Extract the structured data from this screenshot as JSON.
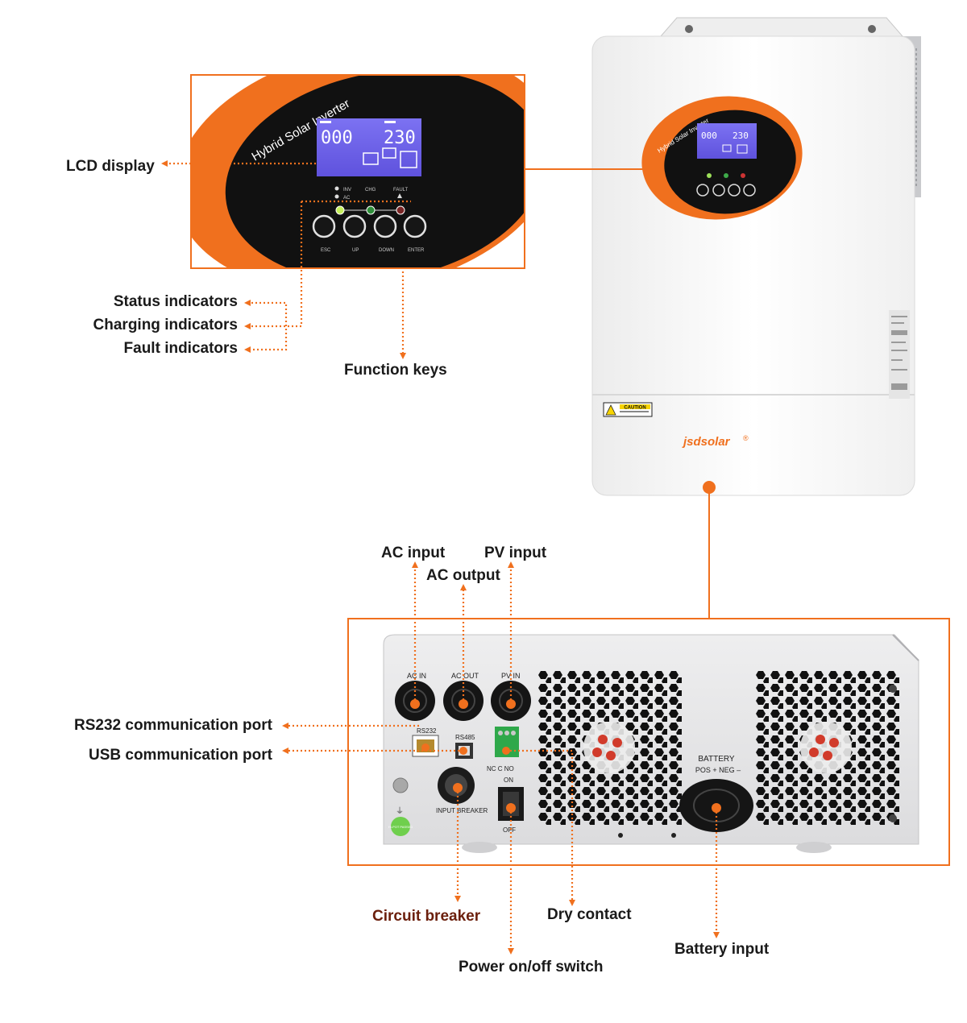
{
  "colors": {
    "accent": "#f0701e",
    "panel_black": "#111111",
    "lcd_blue": "#6f63e8",
    "body_white": "#f7f7f7",
    "metal": "#d9dadc"
  },
  "callouts": {
    "lcd_display": "LCD display",
    "status_indicators": "Status indicators",
    "charging_indicators": "Charging indicators",
    "fault_indicators": "Fault indicators",
    "function_keys": "Function keys",
    "ac_input": "AC input",
    "pv_input": "PV input",
    "ac_output": "AC output",
    "rs232_port": "RS232 communication port",
    "usb_port": "USB communication port",
    "circuit_breaker": "Circuit breaker",
    "dry_contact": "Dry contact",
    "power_switch": "Power on/off switch",
    "battery_input": "Battery input"
  },
  "front_panel": {
    "oval_title": "Hybrid  Solar  Inverter",
    "lcd_left_value": "000",
    "lcd_right_value": "230",
    "led_labels": [
      "INV",
      "AC",
      "CHG",
      "FAULT"
    ],
    "key_labels": [
      "ESC",
      "UP",
      "DOWN",
      "ENTER"
    ]
  },
  "cabinet": {
    "caution_label": "CAUTION",
    "brand": "jsdsolar",
    "brand_mark": "®"
  },
  "rear_panel": {
    "ac_in_label": "AC IN",
    "ac_out_label": "AC OUT",
    "pv_in_label": "PV IN",
    "rs232_label": "RS232",
    "rs485_label": "RS485",
    "dry_contact_terms": "NC C NO",
    "breaker_label": "INPUT  BREAKER",
    "switch_on": "ON",
    "switch_off": "OFF",
    "battery_title": "BATTERY",
    "battery_poles": "POS +   NEG –",
    "hipot_badge": "HI-POT PASSED"
  }
}
